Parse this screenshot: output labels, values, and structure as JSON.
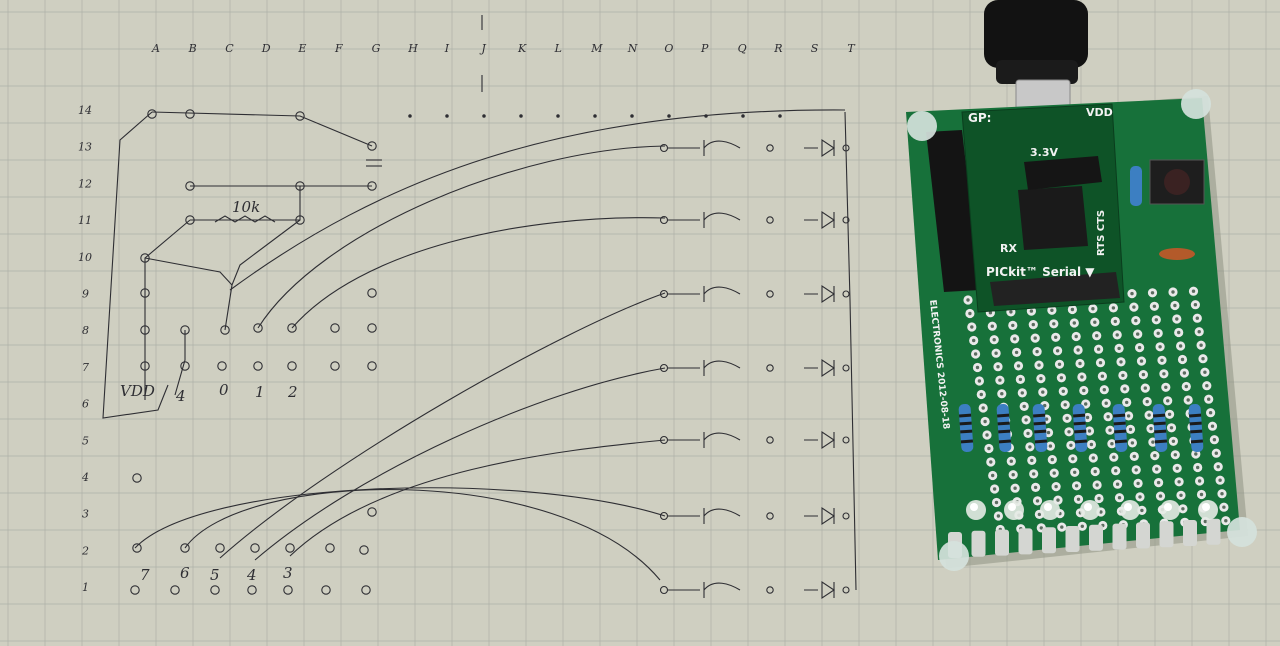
{
  "sketch": {
    "column_letters": [
      "A",
      "B",
      "C",
      "D",
      "E",
      "F",
      "G",
      "H",
      "I",
      "J",
      "K",
      "L",
      "M",
      "N",
      "O",
      "P",
      "Q",
      "R",
      "S",
      "T"
    ],
    "row_numbers": [
      "14",
      "13",
      "12",
      "11",
      "10",
      "9",
      "8",
      "7",
      "6",
      "5",
      "4",
      "3",
      "2",
      "1"
    ],
    "resistor_label": "10k",
    "header_pins": [
      "VDD",
      "4",
      "0",
      "1",
      "2"
    ],
    "led_numbers": [
      "7",
      "6",
      "5",
      "4",
      "3"
    ]
  },
  "board": {
    "gp_label": "GP:",
    "vdd_label": "VDD",
    "voltage_label": "3.3V",
    "rx_label": "RX",
    "rts_label": "RTS CTS",
    "pickit_label": "PICkit™ Serial ▼",
    "side_text": "ELECTRONICS 2012-08-18"
  },
  "colors": {
    "paper": "#cfcfc1",
    "grid": "#aeb1a8",
    "ink": "#2e2e33",
    "pcb": "#17713a",
    "pcb_dark": "#0e5327",
    "pad": "#e9e9e9"
  }
}
